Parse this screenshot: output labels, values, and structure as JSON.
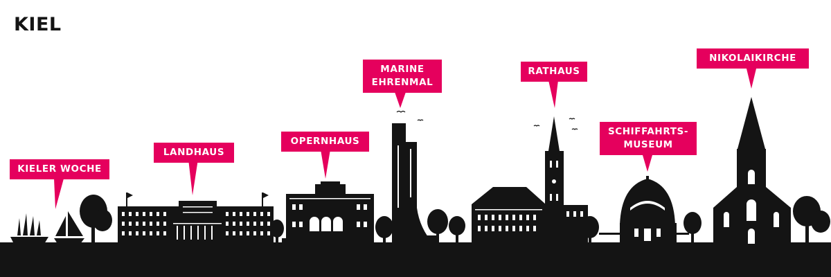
{
  "page": {
    "title": "KIEL"
  },
  "landmarks": [
    {
      "label": "KIELER WOCHE"
    },
    {
      "label": "LANDHAUS"
    },
    {
      "label": "OPERNHAUS"
    },
    {
      "label": "MARINE EHRENMAL"
    },
    {
      "label": "RATHAUS"
    },
    {
      "label": "SCHIFFAHRTS- MUSEUM"
    },
    {
      "label": "NIKOLAIKIRCHE"
    }
  ],
  "colors": {
    "accent": "#e5005d",
    "silhouette": "#141414",
    "background": "#ffffff"
  }
}
